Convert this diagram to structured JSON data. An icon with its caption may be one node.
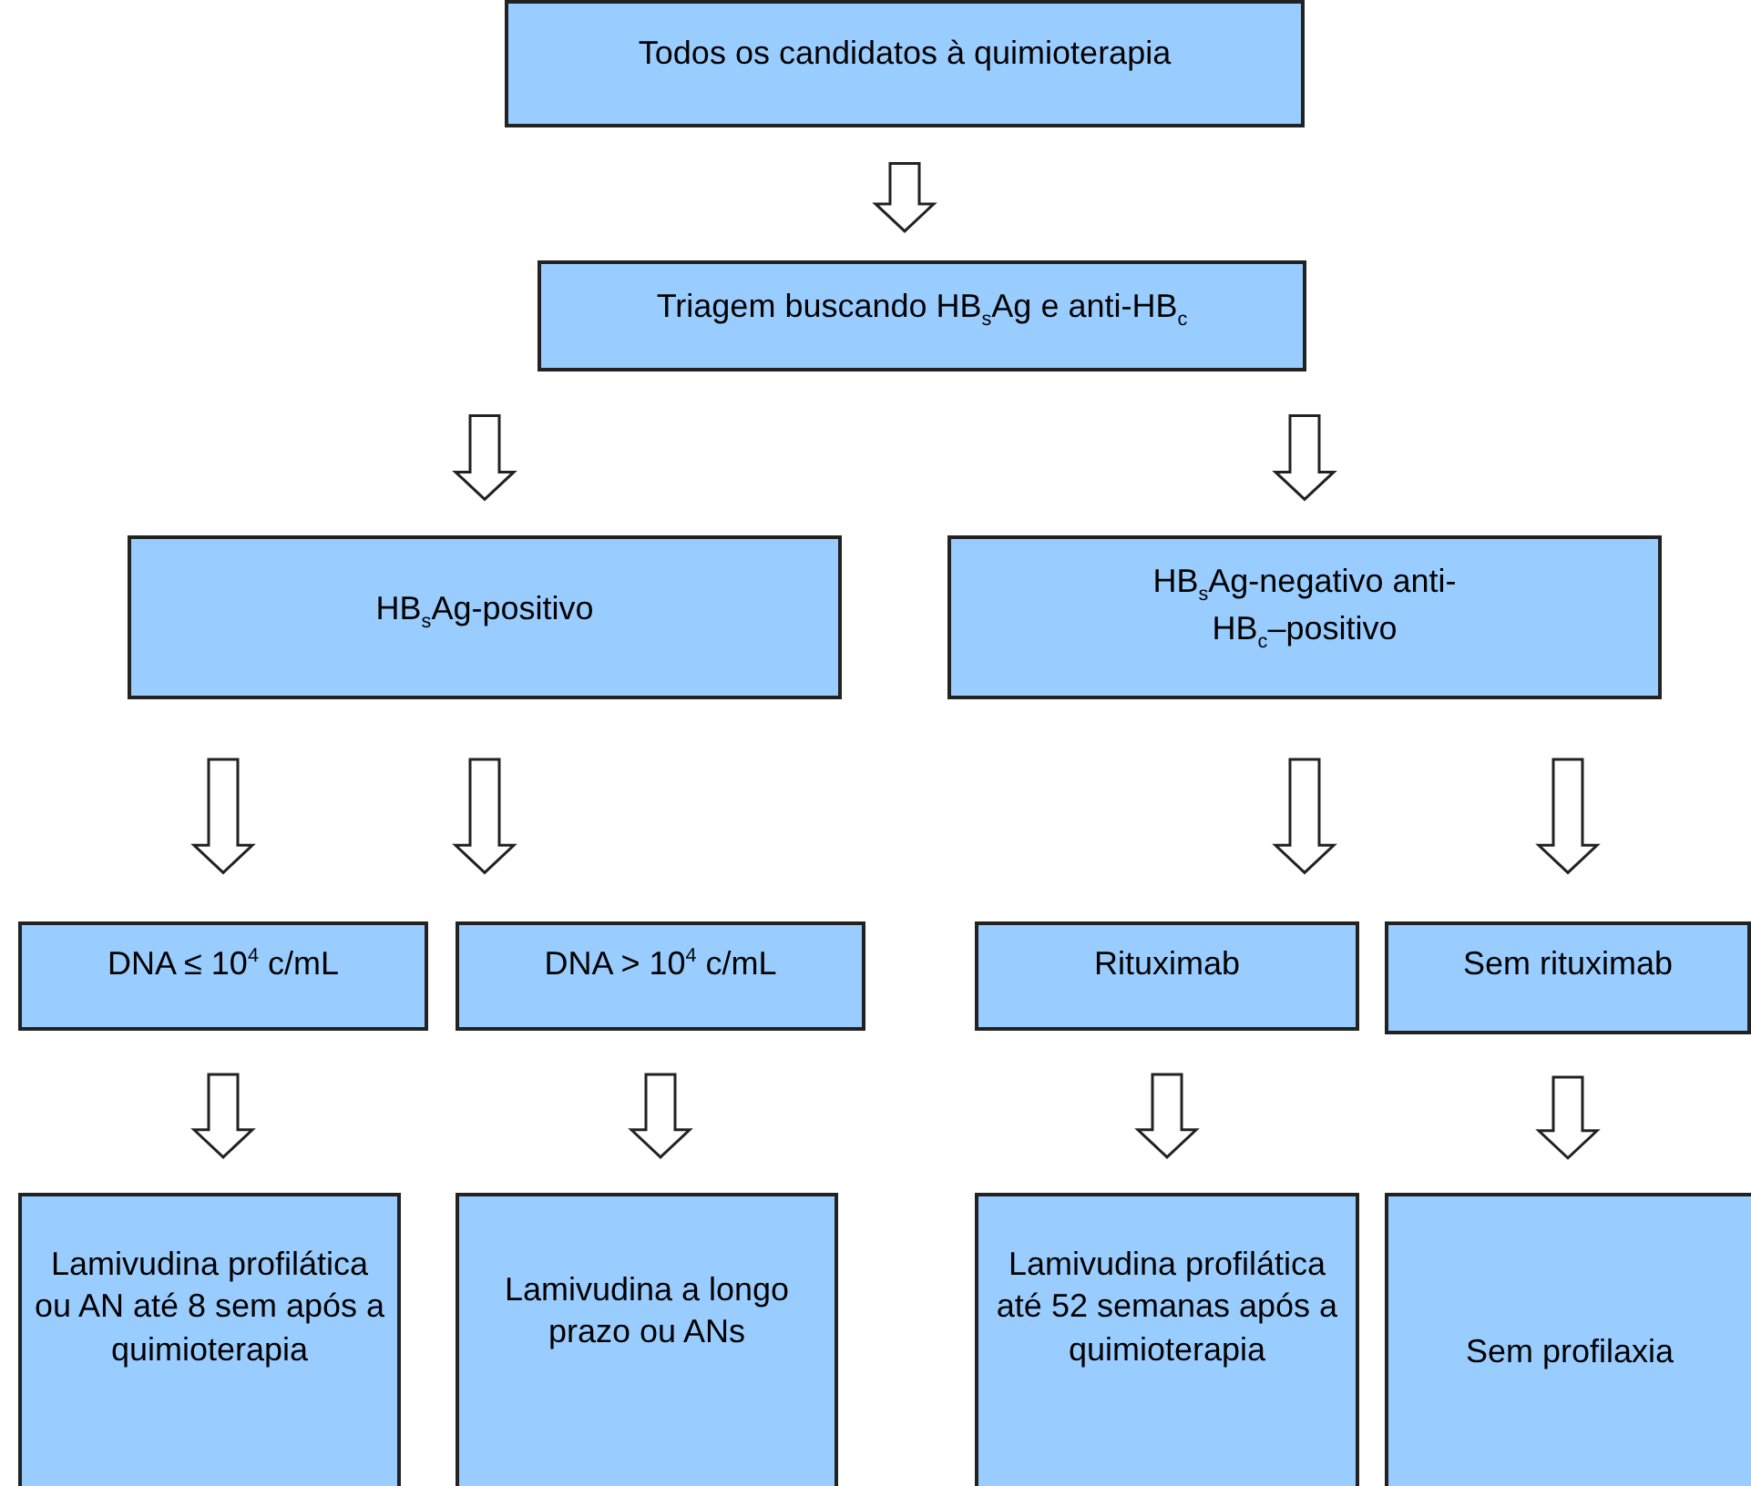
{
  "diagram": {
    "nodes": [
      {
        "text": [
          "Todos os candidatos à quimioterapia"
        ]
      },
      {
        "text": [
          "Triagem buscando HB$_{s}$Ag e anti-HB$_{c}$"
        ]
      },
      {
        "text": [
          "HB$_{s}$Ag-positivo"
        ]
      },
      {
        "text": [
          "HB$_{s}$Ag-negativo anti-HB$_{c}$–positivo"
        ]
      },
      {
        "text": [
          "DNA ≤ 10$^{4}$ c/mL"
        ]
      },
      {
        "text": [
          "DNA > 10$^{4}$ c/mL"
        ]
      },
      {
        "text": [
          "Rituximab"
        ]
      },
      {
        "text": [
          "Sem rituximab"
        ]
      },
      {
        "text": [
          "Lamivudina profilática ou AN até 8 sem após a quimioterapia"
        ]
      },
      {
        "text": [
          "Lamivudina a longo prazo ou ANs"
        ]
      },
      {
        "text": [
          "Lamivudina profilática até 52 semanas após a quimioterapia"
        ]
      },
      {
        "text": [
          "Sem profilaxia"
        ]
      }
    ],
    "edges": [
      {
        "from": 0,
        "to": 1,
        "arrow": "to"
      },
      {
        "from": 1,
        "to": 2,
        "arrow": "to"
      },
      {
        "from": 1,
        "to": 3,
        "arrow": "to"
      },
      {
        "from": 2,
        "to": 4,
        "arrow": "to"
      },
      {
        "from": 2,
        "to": 5,
        "arrow": "to"
      },
      {
        "from": 3,
        "to": 6,
        "arrow": "to"
      },
      {
        "from": 3,
        "to": 7,
        "arrow": "to"
      },
      {
        "from": 4,
        "to": 8,
        "arrow": "to"
      },
      {
        "from": 5,
        "to": 9,
        "arrow": "to"
      },
      {
        "from": 6,
        "to": 10,
        "arrow": "to"
      },
      {
        "from": 7,
        "to": 11,
        "arrow": "to"
      }
    ]
  }
}
